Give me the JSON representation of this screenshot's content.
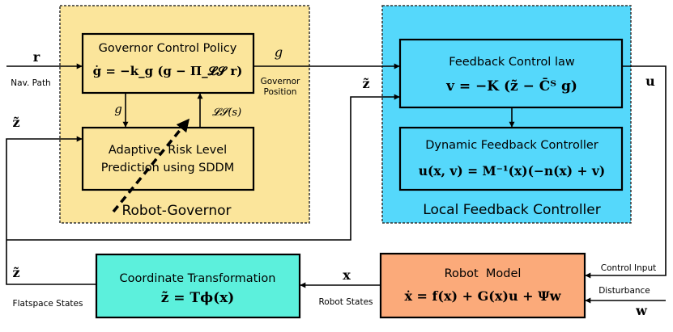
{
  "governor_group": {
    "title": "Robot-Governor",
    "policy_box": {
      "title": "Governor Control Policy",
      "equation": "ġ = −k_g (g − Π_𝓛𝓢 r)"
    },
    "risk_box": {
      "line1": "Adaptive  Risk Level",
      "line2": "Prediction using SDDM"
    },
    "labels": {
      "g_down": "g",
      "ls_up": "𝓛𝓢(s)"
    }
  },
  "local_group": {
    "title": "Local Feedback Controller",
    "feedback_box": {
      "title": "Feedback Control law",
      "equation": "v = −K (z̃ − C̄ᵀ g)"
    },
    "dynamic_box": {
      "title": "Dynamic Feedback Controller",
      "equation": "u(x, v) = M⁻¹(x)(−n(x) + v)"
    }
  },
  "robot_box": {
    "title": "Robot  Model",
    "equation": "ẋ = f(x) + G(x)u + Ψw"
  },
  "transform_box": {
    "title": "Coordinate Transformation",
    "equation": "z̃ = Tϕ(x)"
  },
  "signals": {
    "r": "r",
    "nav_path": "Nav. Path",
    "g_out": "g",
    "governor_position_1": "Governor",
    "governor_position_2": "Position",
    "z_tilde": "z̃",
    "u": "u",
    "control_input": "Control Input",
    "disturbance": "Disturbance",
    "w": "w",
    "x": "x",
    "robot_states": "Robot States",
    "flatspace_states": "Flatspace States"
  },
  "colors": {
    "governor_fill": "#fbe59b",
    "local_fill": "#55d8fb",
    "robot_fill": "#fbaa7a",
    "transform_fill": "#5cf0dc"
  }
}
